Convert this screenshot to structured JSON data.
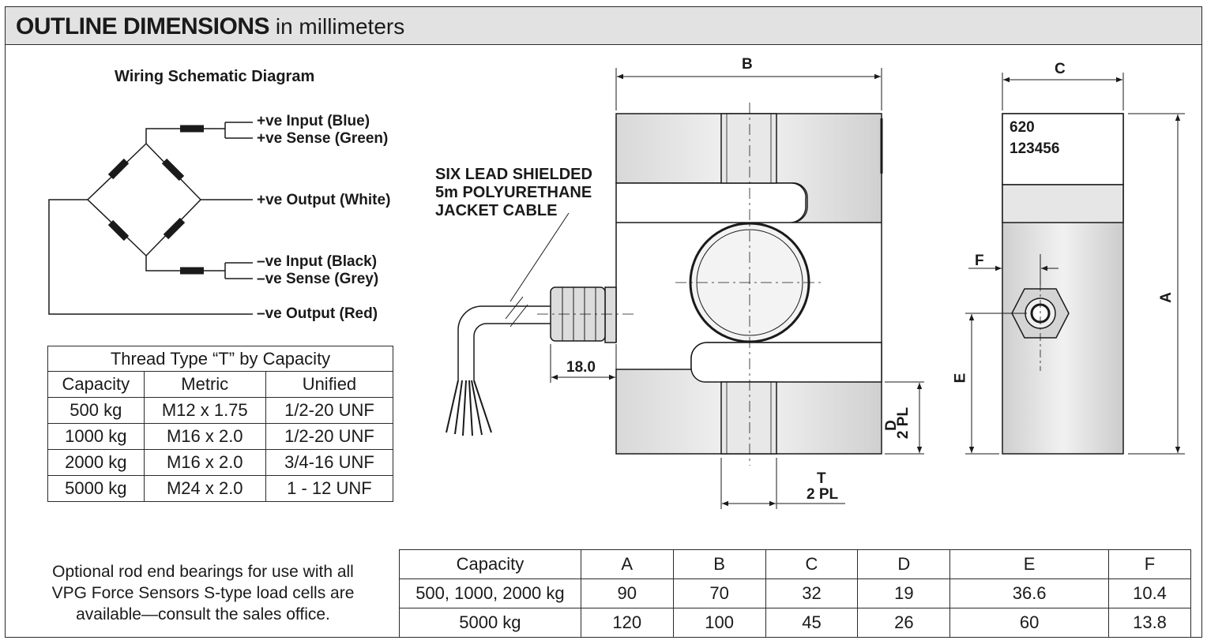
{
  "header": {
    "title": "OUTLINE DIMENSIONS",
    "subtitle": "in millimeters"
  },
  "wiring": {
    "title": "Wiring Schematic Diagram",
    "leads": [
      {
        "label": "+ve Input (Blue)"
      },
      {
        "label": "+ve Sense (Green)"
      },
      {
        "label": "+ve Output (White)"
      },
      {
        "label": "–ve Input (Black)"
      },
      {
        "label": "–ve Sense (Grey)"
      },
      {
        "label": "–ve Output (Red)"
      }
    ]
  },
  "cable": {
    "lines": [
      "SIX LEAD SHIELDED",
      "5m POLYURETHANE",
      "JACKET CABLE"
    ]
  },
  "drawing": {
    "labels": {
      "B": "B",
      "C": "C",
      "A": "A",
      "E": "E",
      "F": "F",
      "D": "D",
      "D_pl": "2 PL",
      "T": "T",
      "T_pl": "2 PL",
      "cable_offset": "18.0"
    },
    "serial_lines": [
      "620",
      "123456"
    ]
  },
  "thread_table": {
    "caption": "Thread Type “T” by Capacity",
    "headers": [
      "Capacity",
      "Metric",
      "Unified"
    ],
    "rows": [
      [
        "500 kg",
        "M12 x 1.75",
        "1/2-20 UNF"
      ],
      [
        "1000 kg",
        "M16 x 2.0",
        "1/2-20 UNF"
      ],
      [
        "2000 kg",
        "M16 x 2.0",
        "3/4-16 UNF"
      ],
      [
        "5000 kg",
        "M24 x 2.0",
        "1 - 12 UNF"
      ]
    ]
  },
  "dimension_table": {
    "headers": [
      "Capacity",
      "A",
      "B",
      "C",
      "D",
      "E",
      "F"
    ],
    "rows": [
      [
        "500, 1000, 2000 kg",
        "90",
        "70",
        "32",
        "19",
        "36.6",
        "10.4"
      ],
      [
        "5000 kg",
        "120",
        "100",
        "45",
        "26",
        "60",
        "13.8"
      ]
    ]
  },
  "note": "Optional rod end bearings for use with all VPG Force Sensors S-type load cells are available—consult the sales office."
}
